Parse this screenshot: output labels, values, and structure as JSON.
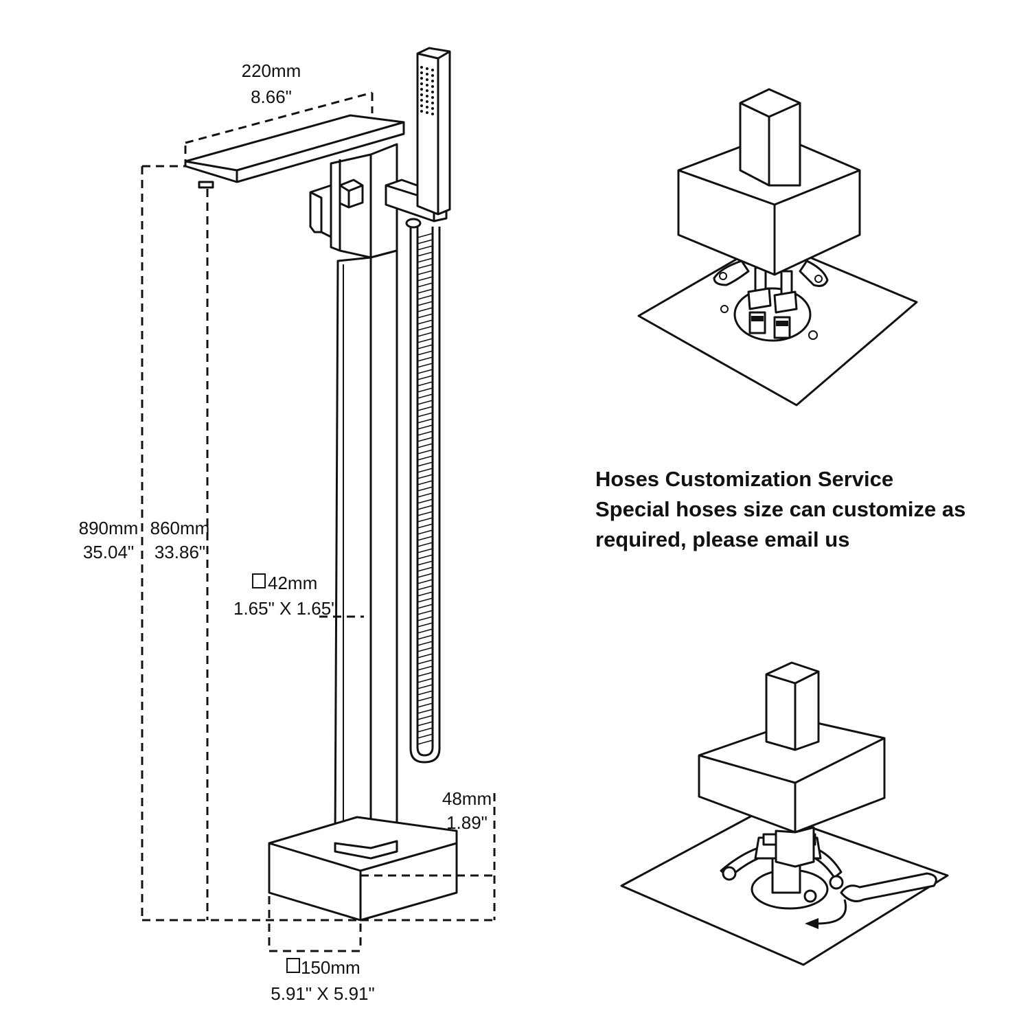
{
  "dimensions": {
    "spout_length_mm": "220mm",
    "spout_length_in": "8.66\"",
    "overall_height_mm": "890mm",
    "overall_height_in": "35.04\"",
    "spout_height_mm": "860mm",
    "spout_height_in": "33.86\"",
    "column_mm": "42mm",
    "column_in": "1.65\" X 1.65\"",
    "base_height_mm": "48mm",
    "base_height_in": "1.89\"",
    "base_mm": "150mm",
    "base_in": "5.91\" X 5.91\""
  },
  "note": {
    "title": "Hoses Customization Service",
    "line1": "Special hoses size can customize as",
    "line2": "required, please email us"
  }
}
